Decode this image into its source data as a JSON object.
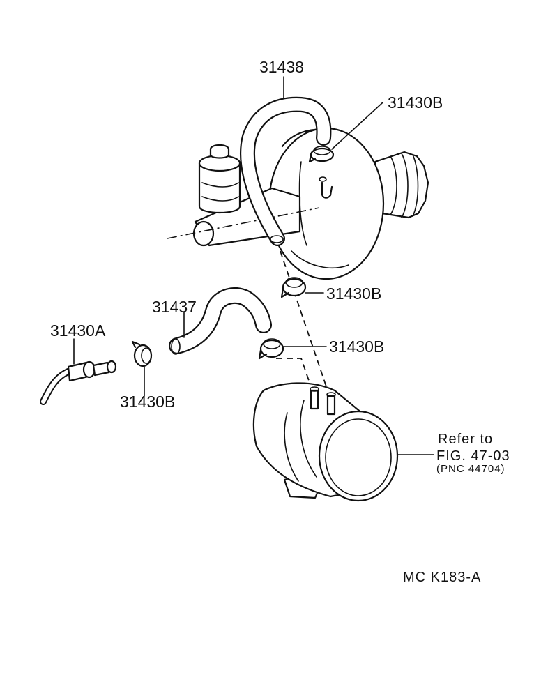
{
  "labels": {
    "hose_upper": "31438",
    "clip_top": "31430B",
    "clip_mid": "31430B",
    "hose_lower": "31437",
    "clip_lower": "31430B",
    "check_valve": "31430A",
    "clip_left": "31430B"
  },
  "reference": {
    "line1": "Refer  to",
    "line2": "FIG. 47-03",
    "line3": "(PNC  44704)"
  },
  "catalog_code": "MC  K183-A"
}
